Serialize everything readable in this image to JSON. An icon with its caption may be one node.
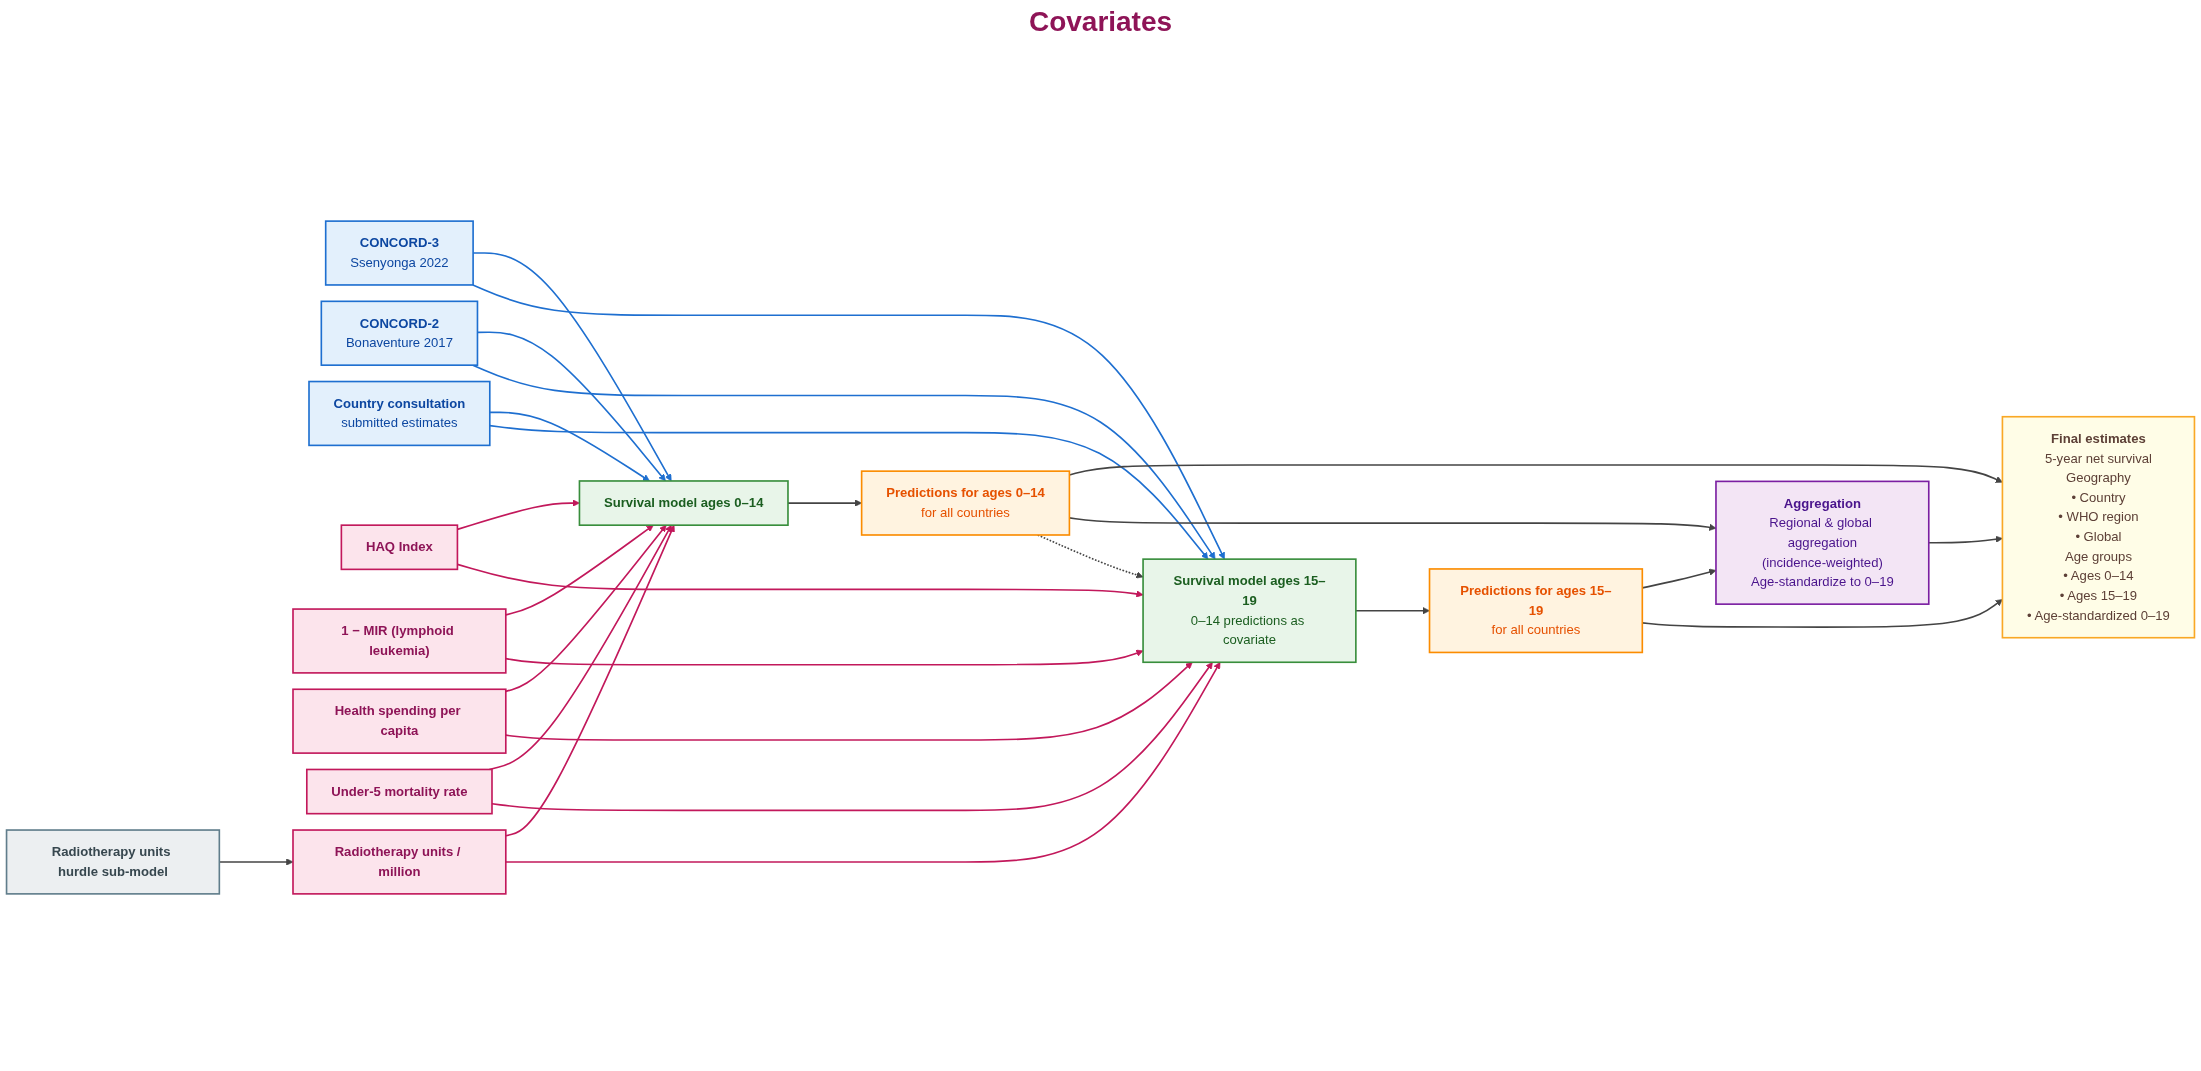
{
  "diagram": {
    "nodes": [
      {
        "text": [
          "CONCORD-3",
          "Ssenyonga 2022"
        ]
      },
      {
        "text": [
          "CONCORD-2",
          "Bonaventure 2017"
        ]
      },
      {
        "text": [
          "Country consultation",
          "submitted estimates"
        ]
      },
      {
        "text": [
          "HAQ Index"
        ]
      },
      {
        "text": [
          "1 − MIR (lymphoid leukemia)"
        ]
      },
      {
        "text": [
          "Health spending per capita"
        ]
      },
      {
        "text": [
          "Under-5 mortality rate"
        ]
      },
      {
        "text": [
          "Radiotherapy units / million"
        ]
      },
      {
        "text": [
          "Radiotherapy units hurdle sub-model"
        ]
      },
      {
        "text": [
          "Survival model ages 0–14"
        ]
      },
      {
        "text": [
          "Survival model ages 15–19",
          "0–14 predictions as covariate"
        ]
      },
      {
        "text": [
          "Predictions for ages 0–14",
          "for all countries"
        ]
      },
      {
        "text": [
          "Aggregation",
          "Regional & global aggregation",
          "(incidence-weighted)",
          "Age-standardize to 0–19"
        ]
      },
      {
        "text": [
          "Predictions for ages 15–19",
          "for all countries"
        ]
      },
      {
        "text": [
          "Final estimates",
          "5-year net survival",
          "Geography",
          "• Country",
          "• WHO region",
          "• Global",
          "Age groups",
          "• Ages 0–14",
          "• Ages 15–19",
          "• Age-standardized 0–19"
        ]
      }
    ],
    "edges": [
      {
        "from": 0,
        "to": 9,
        "arrow": "to",
        "color": "#1e6fd0"
      },
      {
        "from": 1,
        "to": 9,
        "arrow": "to",
        "color": "#1e6fd0"
      },
      {
        "from": 2,
        "to": 9,
        "arrow": "to",
        "color": "#1e6fd0"
      },
      {
        "from": 0,
        "to": 10,
        "arrow": "to",
        "color": "#1e6fd0"
      },
      {
        "from": 1,
        "to": 10,
        "arrow": "to",
        "color": "#1e6fd0"
      },
      {
        "from": 2,
        "to": 10,
        "arrow": "to",
        "color": "#1e6fd0"
      },
      {
        "from": 3,
        "to": 9,
        "arrow": "to"
      },
      {
        "from": 4,
        "to": 9,
        "arrow": "to"
      },
      {
        "from": 5,
        "to": 9,
        "arrow": "to"
      },
      {
        "from": 6,
        "to": 9,
        "arrow": "to"
      },
      {
        "from": 7,
        "to": 9,
        "arrow": "to"
      },
      {
        "from": 3,
        "to": 10,
        "arrow": "to"
      },
      {
        "from": 4,
        "to": 10,
        "arrow": "to"
      },
      {
        "from": 5,
        "to": 10,
        "arrow": "to"
      },
      {
        "from": 6,
        "to": 10,
        "arrow": "to"
      },
      {
        "from": 7,
        "to": 10,
        "arrow": "to"
      },
      {
        "from": 8,
        "to": 7,
        "arrow": "to",
        "color": "#444444"
      },
      {
        "from": 9,
        "to": 11,
        "arrow": "to",
        "color": "#444444"
      },
      {
        "from": 11,
        "to": 14,
        "arrow": "to",
        "color": "#444444"
      },
      {
        "from": 11,
        "to": 12,
        "arrow": "to",
        "color": "#444444"
      },
      {
        "from": 11,
        "to": 10,
        "arrow": "to",
        "style": "dashed",
        "color": "#444444"
      },
      {
        "from": 10,
        "to": 13,
        "arrow": "to",
        "color": "#444444"
      },
      {
        "from": 13,
        "to": 12,
        "arrow": "to",
        "color": "#444444"
      },
      {
        "from": 12,
        "to": 14,
        "arrow": "to",
        "color": "#444444"
      },
      {
        "from": 13,
        "to": 14,
        "arrow": "to",
        "color": "#444444"
      }
    ],
    "labels": [
      "Covariates"
    ]
  }
}
